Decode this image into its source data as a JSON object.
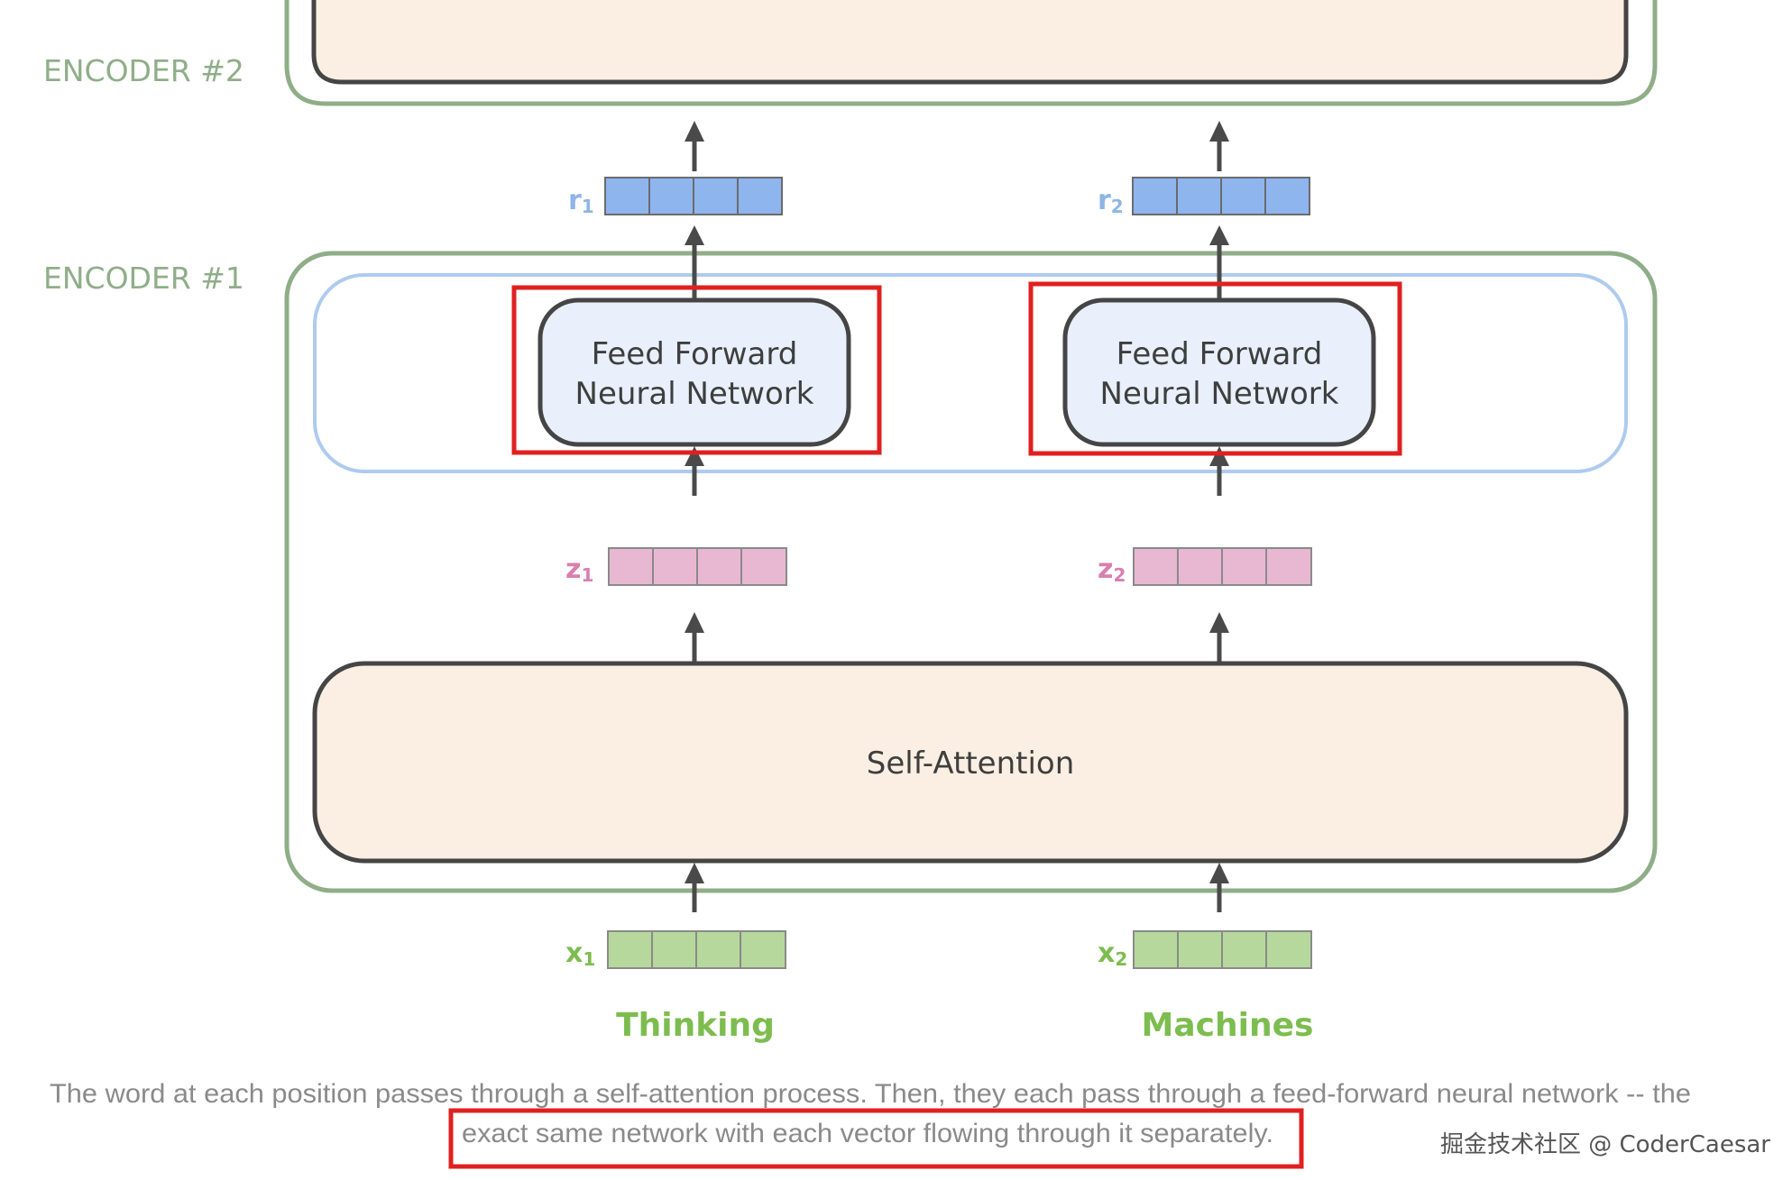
{
  "encoders": {
    "encoder2_label": "ENCODER #2",
    "encoder1_label": "ENCODER #1"
  },
  "boxes": {
    "ffn_line1": "Feed Forward",
    "ffn_line2": "Neural Network",
    "self_attention": "Self-Attention"
  },
  "vectors": {
    "r1": {
      "base": "r",
      "sub": "1"
    },
    "r2": {
      "base": "r",
      "sub": "2"
    },
    "z1": {
      "base": "z",
      "sub": "1"
    },
    "z2": {
      "base": "z",
      "sub": "2"
    },
    "x1": {
      "base": "x",
      "sub": "1"
    },
    "x2": {
      "base": "x",
      "sub": "2"
    }
  },
  "words": {
    "word1": "Thinking",
    "word2": "Machines"
  },
  "caption": {
    "line1": "The word at each position passes through a self-attention process. Then, they each pass through a feed-forward neural network -- the",
    "line2": "exact same network with each vector flowing through it separately."
  },
  "watermark": "掘金技术社区 @ CoderCaesar",
  "colors": {
    "encoder_border": "#8fae88",
    "box_fill": "#faefe2",
    "box_border": "#454545",
    "ffn_fill": "#e9f0fb",
    "ffn_group_border": "#aecbef",
    "r_vector": "#8fb5ef",
    "z_vector": "#e8b8d3",
    "x_vector": "#b6d89c",
    "r_label": "#8fb5e6",
    "z_label": "#d97fae",
    "x_label": "#7dbd4f",
    "highlight": "#e02020",
    "arrow": "#4a4a4a"
  }
}
